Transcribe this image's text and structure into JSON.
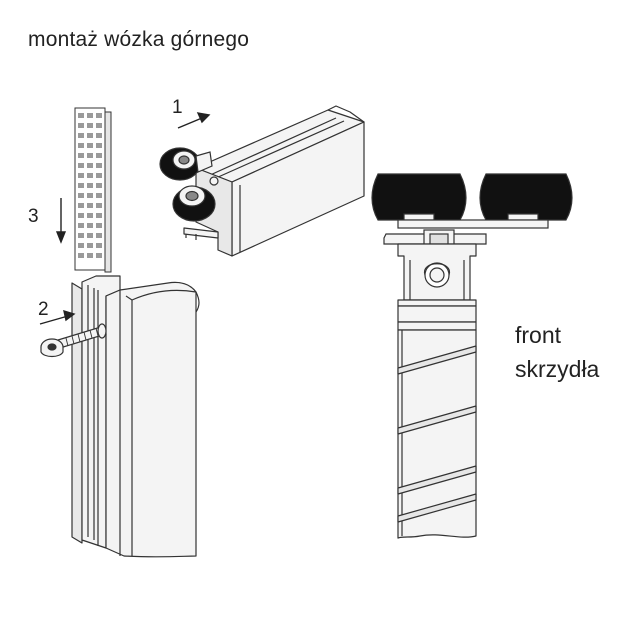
{
  "title": "montaż wózka górnego",
  "steps": [
    {
      "number": "1"
    },
    {
      "number": "2"
    },
    {
      "number": "3"
    }
  ],
  "caption": {
    "line1": "front",
    "line2": "skrzydła"
  },
  "colors": {
    "outline": "#333333",
    "profile": "#f4f4f4",
    "wheel": "#111111",
    "brush": "#9a9a9a"
  }
}
